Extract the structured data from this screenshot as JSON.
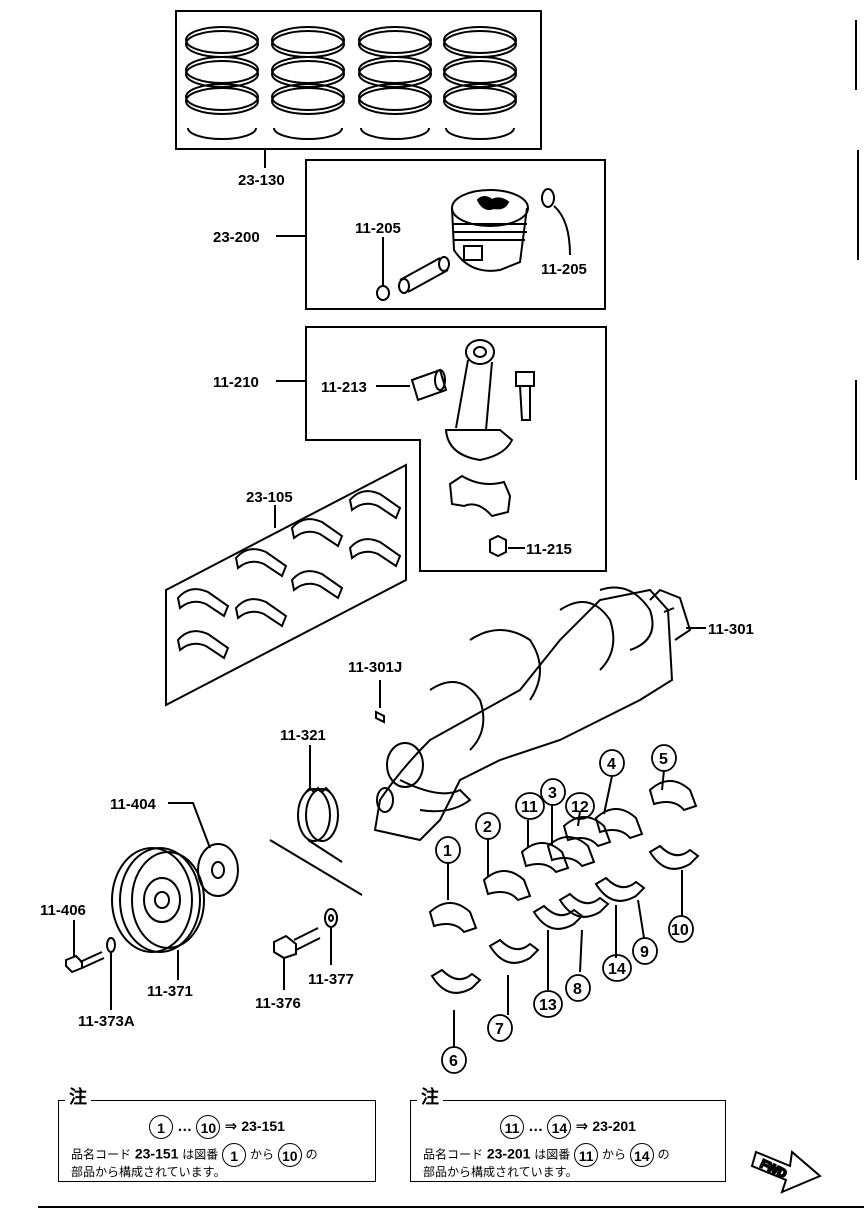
{
  "labels": {
    "l_23_130": "23-130",
    "l_23_200": "23-200",
    "l_11_205_a": "11-205",
    "l_11_205_b": "11-205",
    "l_11_210": "11-210",
    "l_11_213": "11-213",
    "l_11_215": "11-215",
    "l_23_105": "23-105",
    "l_11_301": "11-301",
    "l_11_301J": "11-301J",
    "l_11_321": "11-321",
    "l_11_404": "11-404",
    "l_11_406": "11-406",
    "l_11_371": "11-371",
    "l_11_373A": "11-373A",
    "l_11_376": "11-376",
    "l_11_377": "11-377"
  },
  "bearing_numbers": [
    "1",
    "2",
    "3",
    "4",
    "5",
    "6",
    "7",
    "8",
    "9",
    "10",
    "11",
    "12",
    "13",
    "14"
  ],
  "notes": [
    {
      "header": "注",
      "range_start": "1",
      "range_sep": "…",
      "range_end": "10",
      "arrow": "⇒",
      "target": "23-151",
      "line2_prefix": "品名コード",
      "line2_code": "23-151",
      "line2_mid": "は図番",
      "line2_from": "から",
      "line2_suffix": "の",
      "line3": "部品から構成されています。"
    },
    {
      "header": "注",
      "range_start": "11",
      "range_sep": "…",
      "range_end": "14",
      "arrow": "⇒",
      "target": "23-201",
      "line2_prefix": "品名コード",
      "line2_code": "23-201",
      "line2_mid": "は図番",
      "line2_from": "から",
      "line2_suffix": "の",
      "line3": "部品から構成されています。"
    }
  ],
  "fwd_label": "FWD"
}
